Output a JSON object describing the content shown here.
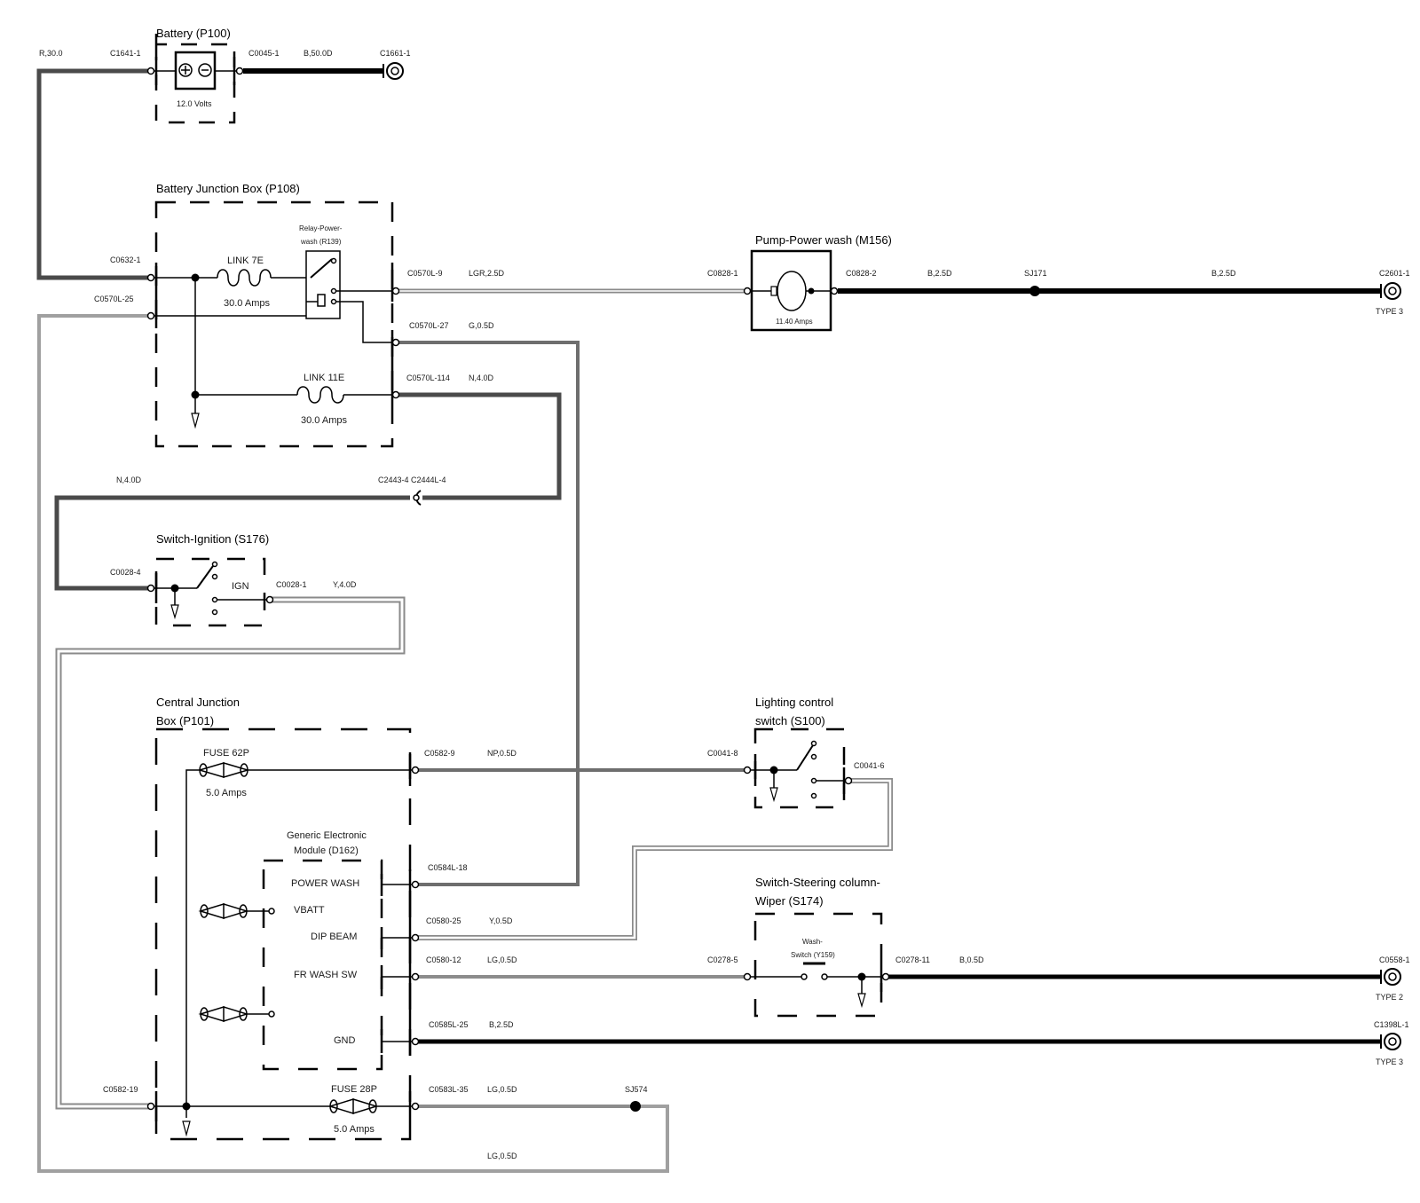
{
  "diagram": {
    "colors": {
      "black_wire": "#000000",
      "dark_wire": "#555555",
      "grey_wire": "#8c8c8c",
      "light_wire": "#a9a9a9",
      "double_wire_outline": "#8a8a8a"
    },
    "components": {
      "battery": {
        "title": "Battery (P100)",
        "voltage": "12.0 Volts"
      },
      "bjb": {
        "title": "Battery Junction Box (P108)",
        "link7e": "LINK 7E",
        "link7e_amps": "30.0 Amps",
        "link11e": "LINK 11E",
        "link11e_amps": "30.0 Amps",
        "relay_l1": "Relay-Power-",
        "relay_l2": "wash (R139)"
      },
      "pump": {
        "title": "Pump-Power wash (M156)",
        "amps": "11.40 Amps"
      },
      "ignition": {
        "title": "Switch-Ignition (S176)",
        "ign": "IGN"
      },
      "cjb": {
        "title_l1": "Central Junction",
        "title_l2": "Box (P101)",
        "fuse62p": "FUSE 62P",
        "fuse62p_amps": "5.0 Amps",
        "fuse28p": "FUSE 28P",
        "fuse28p_amps": "5.0 Amps"
      },
      "gem": {
        "title_l1": "Generic Electronic",
        "title_l2": "Module (D162)",
        "power_wash": "POWER WASH",
        "vbatt": "VBATT",
        "dip_beam": "DIP BEAM",
        "fr_wash_sw": "FR WASH SW",
        "gnd": "GND"
      },
      "lighting": {
        "title_l1": "Lighting control",
        "title_l2": "switch (S100)"
      },
      "steering": {
        "title_l1": "Switch-Steering column-",
        "title_l2": "Wiper (S174)",
        "wash_l1": "Wash-",
        "wash_l2": "Switch (Y159)"
      }
    },
    "connectors": {
      "c1641_1": "C1641-1",
      "c0045_1": "C0045-1",
      "c1661_1": "C1661-1",
      "c0632_1": "C0632-1",
      "c0570l_25": "C0570L-25",
      "c0570l_9": "C0570L-9",
      "c0570l_27": "C0570L-27",
      "c0570l_114": "C0570L-114",
      "c0828_1": "C0828-1",
      "c0828_2": "C0828-2",
      "sj171": "SJ171",
      "c2601_1": "C2601-1",
      "c2443_4": "C2443-4 C2444L-4",
      "c0028_4": "C0028-4",
      "c0028_1": "C0028-1",
      "c0582_9": "C0582-9",
      "c0041_8": "C0041-8",
      "c0041_6": "C0041-6",
      "c0584l_18": "C0584L-18",
      "c0580_25": "C0580-25",
      "c0580_12": "C0580-12",
      "c0278_5": "C0278-5",
      "c0278_11": "C0278-11",
      "c0558_1": "C0558-1",
      "c0585l_25": "C0585L-25",
      "c1398l_1": "C1398L-1",
      "c0582_19": "C0582-19",
      "c0583l_35": "C0583L-35",
      "sj574": "SJ574"
    },
    "wires": {
      "r_30": "R,30.0",
      "b_50": "B,50.0D",
      "lgr_25": "LGR,2.5D",
      "b_25a": "B,2.5D",
      "b_25b": "B,2.5D",
      "g_05": "G,0.5D",
      "n_40a": "N,4.0D",
      "n_40b": "N,4.0D",
      "y_40": "Y,4.0D",
      "np_05": "NP,0.5D",
      "y_05": "Y,0.5D",
      "lg_05a": "LG,0.5D",
      "b_05": "B,0.5D",
      "b_25c": "B,2.5D",
      "lg_05b": "LG,0.5D",
      "lg_05c": "LG,0.5D"
    },
    "types": {
      "type3a": "TYPE 3",
      "type2": "TYPE 2",
      "type3b": "TYPE 3"
    }
  }
}
